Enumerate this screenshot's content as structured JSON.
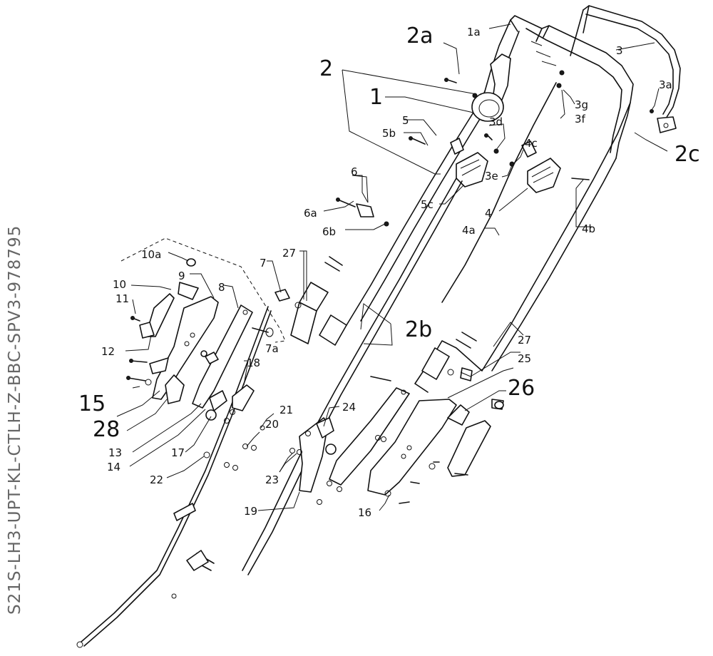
{
  "drawing_code": "S21S-LH3-UPT-KL-CTLH-Z-BBC-SPV3-978795",
  "callouts": {
    "c1": "1",
    "c1a": "1a",
    "c2": "2",
    "c2a": "2a",
    "c2b": "2b",
    "c2c": "2c",
    "c3": "3",
    "c3a": "3a",
    "c3d": "3d",
    "c3e": "3e",
    "c3f": "3f",
    "c3g": "3g",
    "c4": "4",
    "c4a": "4a",
    "c4b": "4b",
    "c4c": "4c",
    "c5": "5",
    "c5b": "5b",
    "c5c": "5c",
    "c6": "6",
    "c6a": "6a",
    "c6b": "6b",
    "c7": "7",
    "c7a": "7a",
    "c8": "8",
    "c9": "9",
    "c10": "10",
    "c10a": "10a",
    "c11": "11",
    "c12": "12",
    "c13": "13",
    "c14": "14",
    "c15": "15",
    "c16": "16",
    "c17": "17",
    "c18": "18",
    "c19": "19",
    "c20": "20",
    "c21": "21",
    "c22": "22",
    "c23": "23",
    "c24": "24",
    "c25": "25",
    "c26": "26",
    "c27a": "27",
    "c27b": "27",
    "c28": "28"
  }
}
